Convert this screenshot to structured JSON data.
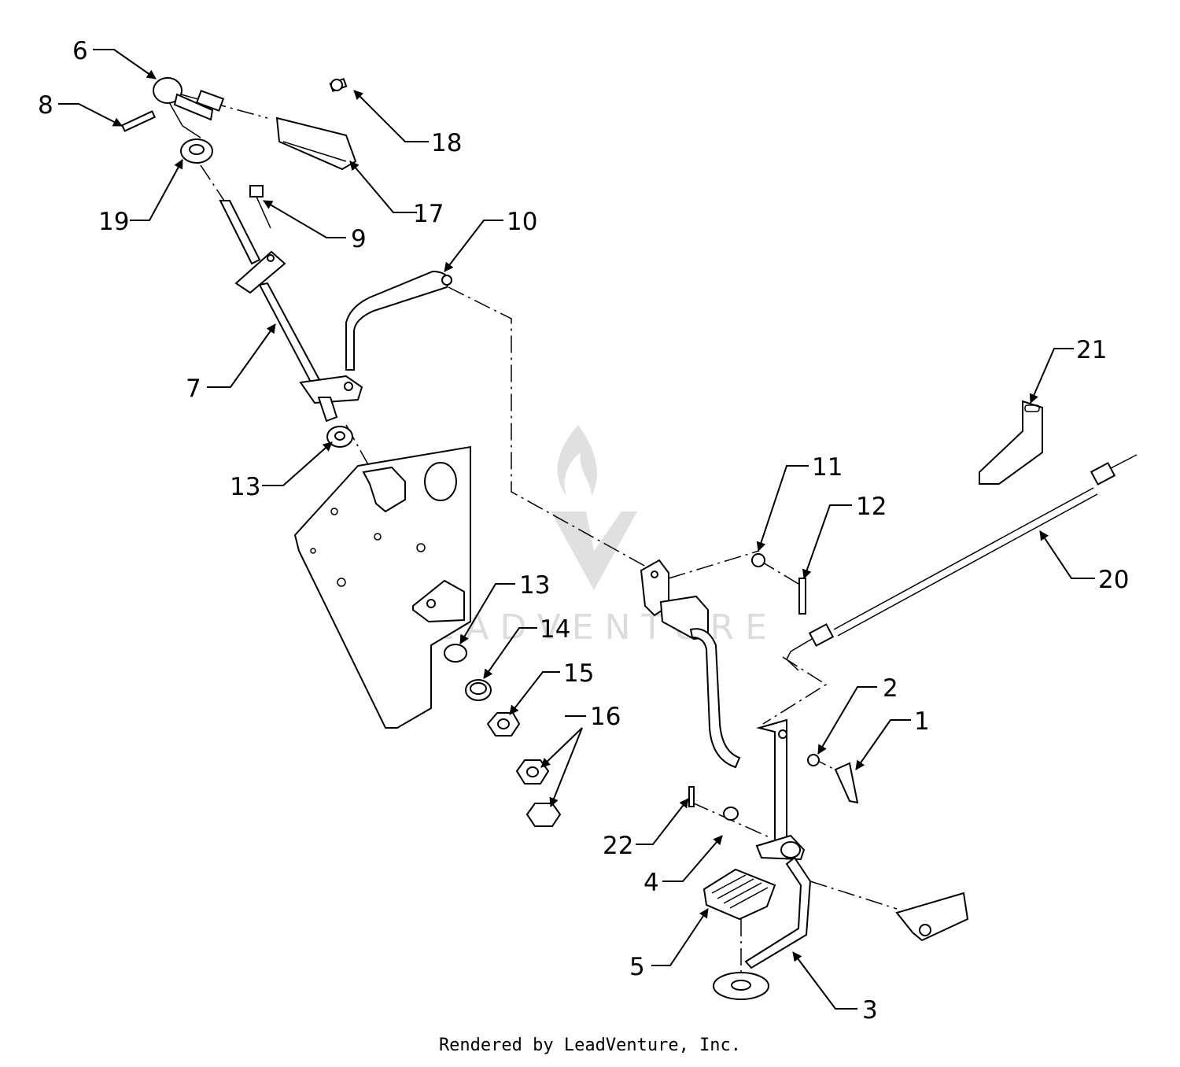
{
  "callouts": [
    {
      "num": "6"
    },
    {
      "num": "8"
    },
    {
      "num": "18"
    },
    {
      "num": "17"
    },
    {
      "num": "19"
    },
    {
      "num": "9"
    },
    {
      "num": "10"
    },
    {
      "num": "7"
    },
    {
      "num": "13"
    },
    {
      "num": "13"
    },
    {
      "num": "14"
    },
    {
      "num": "15"
    },
    {
      "num": "16"
    },
    {
      "num": "11"
    },
    {
      "num": "12"
    },
    {
      "num": "21"
    },
    {
      "num": "20"
    },
    {
      "num": "2"
    },
    {
      "num": "1"
    },
    {
      "num": "22"
    },
    {
      "num": "4"
    },
    {
      "num": "5"
    },
    {
      "num": "3"
    }
  ],
  "watermark": "LEADVENTURE",
  "footer": "Rendered by LeadVenture, Inc."
}
